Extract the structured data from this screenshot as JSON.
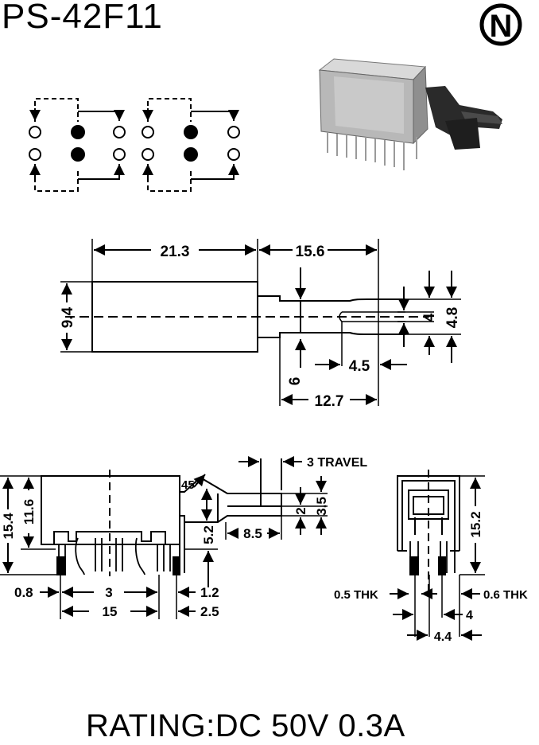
{
  "header": {
    "model": "PS-42F11",
    "logo_letter": "N"
  },
  "footer": {
    "rating": "RATING:DC 50V 0.3A"
  },
  "dimensions": {
    "side_view": {
      "body_length": "21.3",
      "stem_length": "15.6",
      "body_height": "9.4",
      "stem_tip_4": "4",
      "stem_tip_48": "4.8",
      "slot_depth": "4.5",
      "collar": "6",
      "stem_span": "12.7"
    },
    "front_view": {
      "travel": "3 TRAVEL",
      "angle": "45°",
      "total_height": "15.4",
      "body_height": "11.6",
      "stem_2": "2",
      "stem_35": "3.5",
      "stem_offset": "5.2",
      "stem_85": "8.5",
      "pin_edge": "0.8",
      "pin_pitch": "3",
      "pin_12": "1.2",
      "pin_span": "15",
      "pin_25": "2.5"
    },
    "end_view": {
      "height": "15.2",
      "thk_05": "0.5 THK",
      "thk_06": "0.6 THK",
      "dim_4": "4",
      "dim_44": "4.4"
    }
  }
}
